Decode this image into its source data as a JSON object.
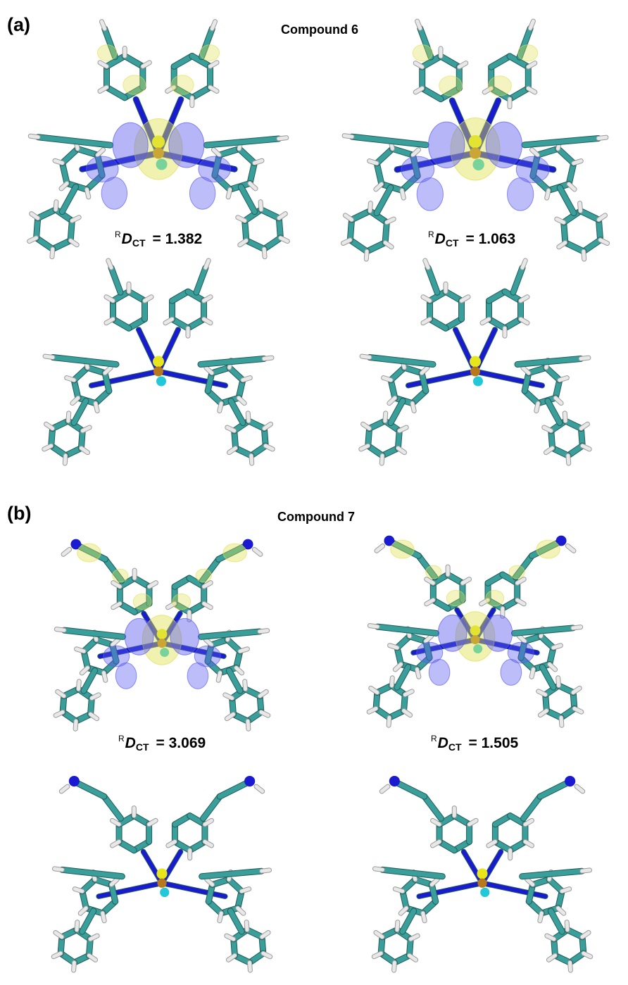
{
  "panels": [
    {
      "label": "(a)",
      "title": "Compound 6",
      "rdct_values": [
        "1.382",
        "1.063"
      ],
      "has_side_groups": false
    },
    {
      "label": "(b)",
      "title": "Compound 7",
      "rdct_values": [
        "3.069",
        "1.505"
      ],
      "has_side_groups": true
    }
  ],
  "rdct_symbol": {
    "sup": "R",
    "main": "D",
    "sub": "CT",
    "eq": "= "
  },
  "colors": {
    "carbon": "#3a9e9a",
    "nitrogen": "#1a1ad0",
    "hydrogen": "#e8e8e8",
    "copper": "#b8781e",
    "halogen_yellow": "#e6e61a",
    "halogen_cyan": "#22c8d8",
    "density_blue": "#5a5af0",
    "density_yellow": "#e0e050"
  }
}
